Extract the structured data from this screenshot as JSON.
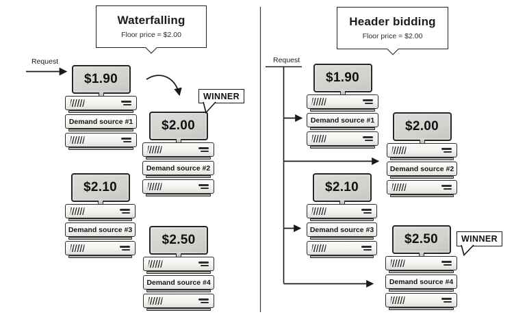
{
  "diagram": {
    "left_panel": {
      "title": "Waterfalling",
      "subtitle": "Floor price = $2.00",
      "request": "Request",
      "winner": "WINNER",
      "winner_source": "Demand source #2",
      "sources": [
        {
          "bid": "$1.90",
          "name": "Demand source #1"
        },
        {
          "bid": "$2.00",
          "name": "Demand source #2"
        },
        {
          "bid": "$2.10",
          "name": "Demand source #3"
        },
        {
          "bid": "$2.50",
          "name": "Demand source #4"
        }
      ]
    },
    "right_panel": {
      "title": "Header bidding",
      "subtitle": "Floor price = $2.00",
      "request": "Request",
      "winner": "WINNER",
      "winner_source": "Demand source #4",
      "sources": [
        {
          "bid": "$1.90",
          "name": "Demand source #1"
        },
        {
          "bid": "$2.00",
          "name": "Demand source #2"
        },
        {
          "bid": "$2.10",
          "name": "Demand source #3"
        },
        {
          "bid": "$2.50",
          "name": "Demand source #4"
        }
      ]
    },
    "colors": {
      "ink": "#1a1a1a",
      "sign_fill": "#d2d2ce",
      "server_fill": "#f2f2ef",
      "background": "#ffffff"
    }
  }
}
